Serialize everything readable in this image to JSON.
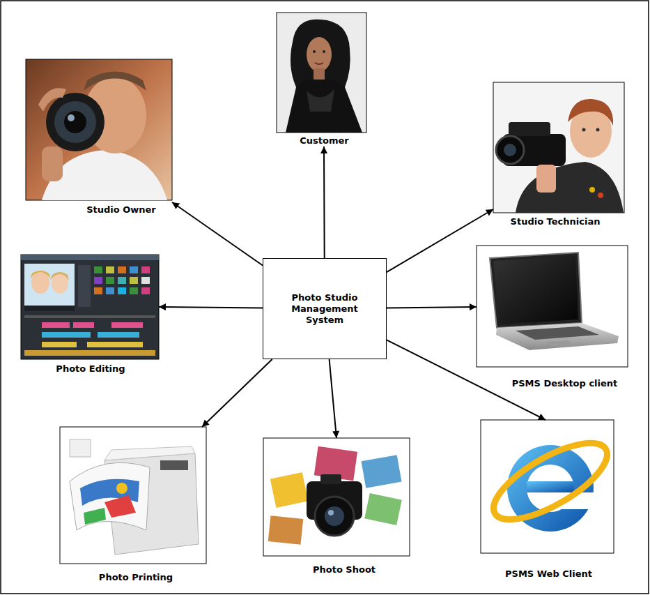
{
  "diagram": {
    "nodes": [
      {
        "text": [
          "Customer"
        ]
      },
      {
        "text": [
          "Studio Owner"
        ]
      },
      {
        "text": [
          "Studio Technician"
        ]
      },
      {
        "text": [
          "Photo Editing"
        ]
      },
      {
        "text": [
          "Photo Studio Management System"
        ]
      },
      {
        "text": [
          "PSMS Desktop client"
        ]
      },
      {
        "text": [
          "Photo Printing"
        ]
      },
      {
        "text": [
          "Photo Shoot"
        ]
      },
      {
        "text": [
          "PSMS Web Client"
        ]
      }
    ],
    "edges": [
      {
        "from": 4,
        "to": 0,
        "arrow": "to"
      },
      {
        "from": 4,
        "to": 1,
        "arrow": "to"
      },
      {
        "from": 4,
        "to": 2,
        "arrow": "to"
      },
      {
        "from": 4,
        "to": 3,
        "arrow": "to"
      },
      {
        "from": 4,
        "to": 5,
        "arrow": "to"
      },
      {
        "from": 4,
        "to": 6,
        "arrow": "to"
      },
      {
        "from": 4,
        "to": 7,
        "arrow": "to"
      },
      {
        "from": 4,
        "to": 8,
        "arrow": "to"
      }
    ]
  }
}
